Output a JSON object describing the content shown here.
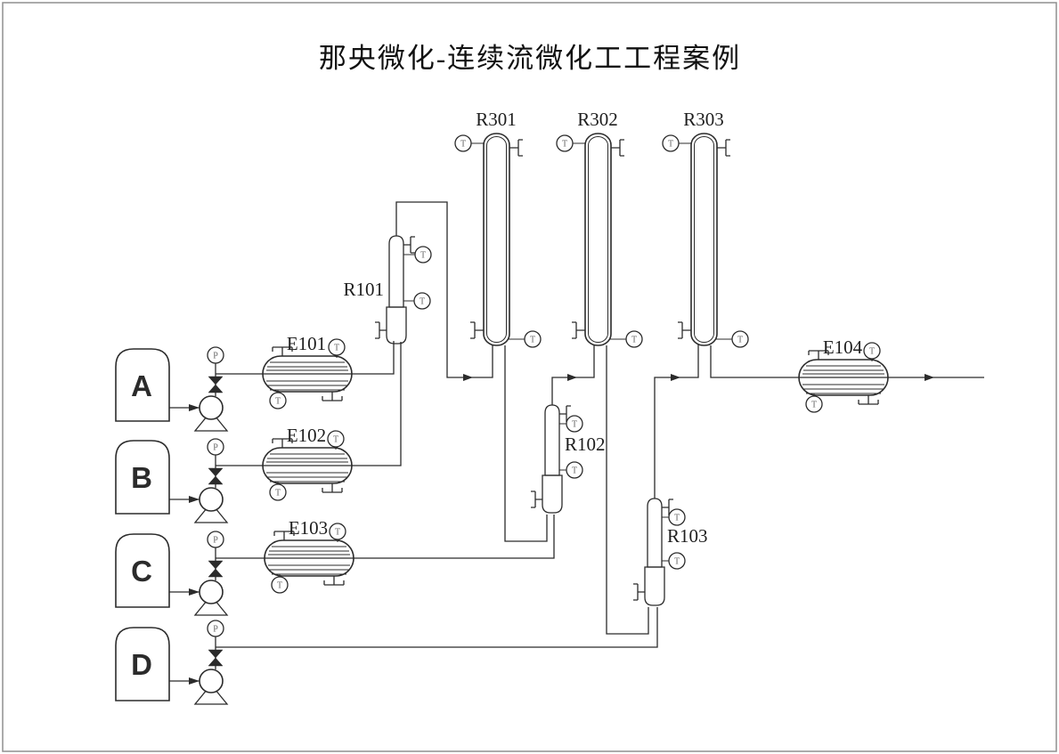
{
  "title": "那央微化-连续流微化工工程案例",
  "symbols": {
    "T": "T",
    "P": "P"
  },
  "tanks": [
    {
      "label": "A"
    },
    {
      "label": "B"
    },
    {
      "label": "C"
    },
    {
      "label": "D"
    }
  ],
  "exchangers": [
    {
      "label": "E101"
    },
    {
      "label": "E102"
    },
    {
      "label": "E103"
    },
    {
      "label": "E104"
    }
  ],
  "microreactors": [
    {
      "label": "R101"
    },
    {
      "label": "R102"
    },
    {
      "label": "R103"
    }
  ],
  "columns": [
    {
      "label": "R301"
    },
    {
      "label": "R302"
    },
    {
      "label": "R303"
    }
  ],
  "colors": {
    "line": "#2b2b2b",
    "background": "#ffffff"
  }
}
